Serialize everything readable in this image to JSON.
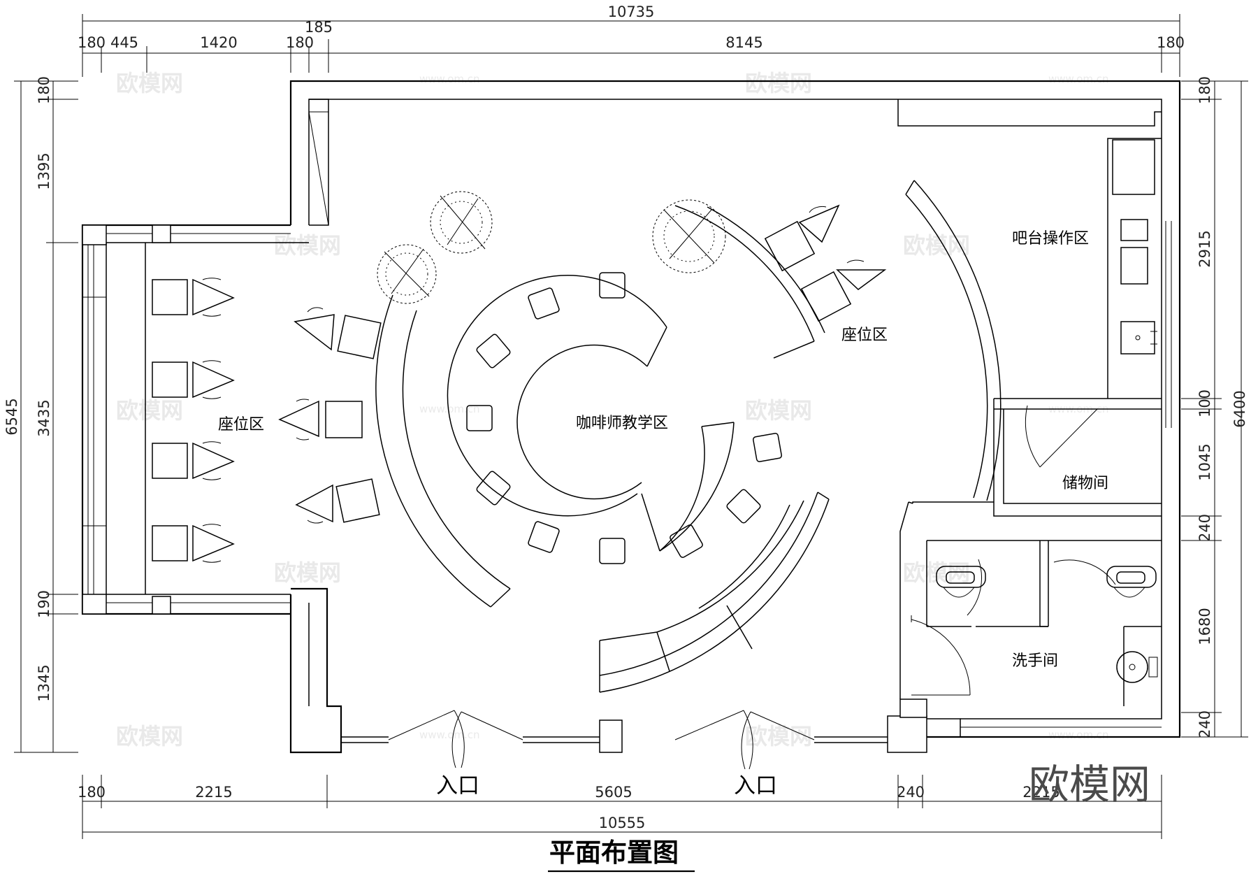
{
  "drawing": {
    "title": "平面布置图",
    "brand": "欧模网",
    "watermark_text": "欧模网",
    "watermark_url": "www.om.cn"
  },
  "rooms": {
    "seating_left": "座位区",
    "seating_right": "座位区",
    "barista_teaching": "咖啡师教学区",
    "bar_operation": "吧台操作区",
    "storage": "储物间",
    "restroom": "洗手间"
  },
  "entrances": [
    "入口",
    "入口"
  ],
  "dimensions": {
    "top_total": "10735",
    "top_segments": [
      "180",
      "445",
      "1420",
      "180",
      "185",
      "8145",
      "180"
    ],
    "bottom_total": "10555",
    "bottom_segments": [
      "180",
      "2215",
      "5605",
      "240",
      "2215"
    ],
    "left_total": "6545",
    "left_segments": [
      "180",
      "1395",
      "3435",
      "190",
      "1345"
    ],
    "right_total": "6400",
    "right_segments": [
      "180",
      "2915",
      "100",
      "1045",
      "240",
      "1680",
      "240"
    ]
  },
  "colors": {
    "line": "#000000",
    "watermark": "#e9e9e9",
    "brand": "#4a4a4a"
  },
  "icons": [
    "chair-icon",
    "table-icon",
    "plant-icon",
    "toilet-icon",
    "sink-icon",
    "door-swing-icon"
  ]
}
